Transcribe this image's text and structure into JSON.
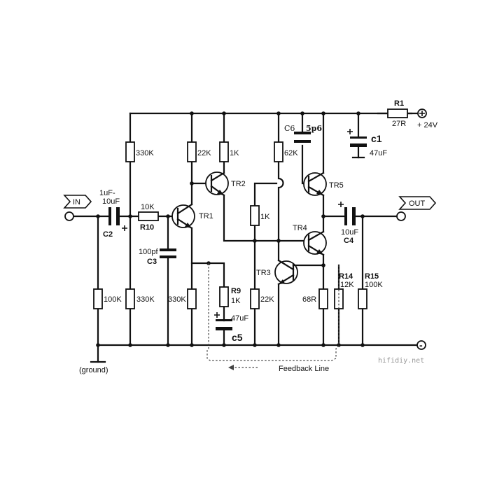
{
  "labels": {
    "in": "IN",
    "out": "OUT",
    "supply": "+ 24V",
    "minus": "-",
    "ground": "(ground)",
    "feedback": "Feedback Line",
    "watermark": "hifidiy.net"
  },
  "resistors": {
    "r1_name": "R1",
    "r1_value": "27R",
    "r330k_top": "330K",
    "r22k_top": "22K",
    "r1k_top": "1K",
    "r62k": "62K",
    "r10_name": "R10",
    "r10_value": "10K",
    "r1k_mid": "1K",
    "r100k_in": "100K",
    "r330k_bottom": "330K",
    "r330k_tr1": "330K",
    "r9_name": "R9",
    "r9_value": "1K",
    "r22k_bottom": "22K",
    "r68r": "68R",
    "r14_name": "R14",
    "r14_value": "12K",
    "r15_name": "R15",
    "r15_value": "100K"
  },
  "capacitors": {
    "c1_name": "c1",
    "c1_value": "47uF",
    "c2_name": "C2",
    "c2_value_1": "1uF-",
    "c2_value_2": "10uF",
    "c3_name": "C3",
    "c3_value": "100pf",
    "c4_name": "C4",
    "c4_value": "10uF",
    "c5_name": "c5",
    "c5_value": "47uF",
    "c6_name": "C6",
    "c6_value": "5p6"
  },
  "transistors": {
    "tr1": "TR1",
    "tr2": "TR2",
    "tr3": "TR3",
    "tr4": "TR4",
    "tr5": "TR5"
  }
}
